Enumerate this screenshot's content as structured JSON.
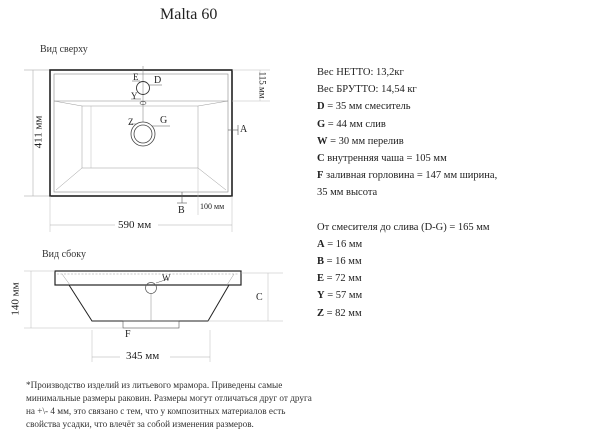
{
  "title": "Malta 60",
  "top_view": {
    "label": "Вид сверху",
    "dims": {
      "height": "411 мм",
      "width": "590 мм",
      "top_offset": "115 мм",
      "bottom_offset": "100 мм"
    },
    "markers": {
      "E": "E",
      "D": "D",
      "Y": "Y",
      "Z": "Z",
      "G": "G",
      "A": "A",
      "B": "B"
    }
  },
  "side_view": {
    "label": "Вид сбоку",
    "dims": {
      "height": "140 мм",
      "base_width": "345 мм"
    },
    "markers": {
      "W": "W",
      "C": "C",
      "F": "F"
    }
  },
  "specs": {
    "net_weight": "Вес НЕТТО: 13,2кг",
    "gross_weight": "Вес БРУТТО: 14,54 кг",
    "items": [
      {
        "key": "D",
        "text": " = 35 мм смеситель"
      },
      {
        "key": "G",
        "text": " = 44 мм слив"
      },
      {
        "key": "W",
        "text": " = 30 мм перелив"
      },
      {
        "key": "C",
        "text": " внутренняя чаша = 105 мм"
      },
      {
        "key": "F",
        "text": " заливная горловина = 147 мм ширина,"
      }
    ],
    "f_height": "35 мм высота",
    "dg_distance": "От смесителя до слива (D-G) = 165 мм",
    "dims": [
      {
        "key": "A",
        "text": " = 16 мм"
      },
      {
        "key": "B",
        "text": " = 16 мм"
      },
      {
        "key": "E",
        "text": " = 72 мм"
      },
      {
        "key": "Y",
        "text": " = 57 мм"
      },
      {
        "key": "Z",
        "text": " = 82 мм"
      }
    ]
  },
  "footnote": {
    "lines": [
      "*Производство изделий из литьевого мрамора. Приведены самые",
      "минимальные размеры раковин. Размеры могут отличаться друг от друга",
      "на +\\- 4 мм, это связано с тем, что у композитных материалов есть",
      "свойства усадки, что влечёт за собой изменения размеров."
    ]
  }
}
